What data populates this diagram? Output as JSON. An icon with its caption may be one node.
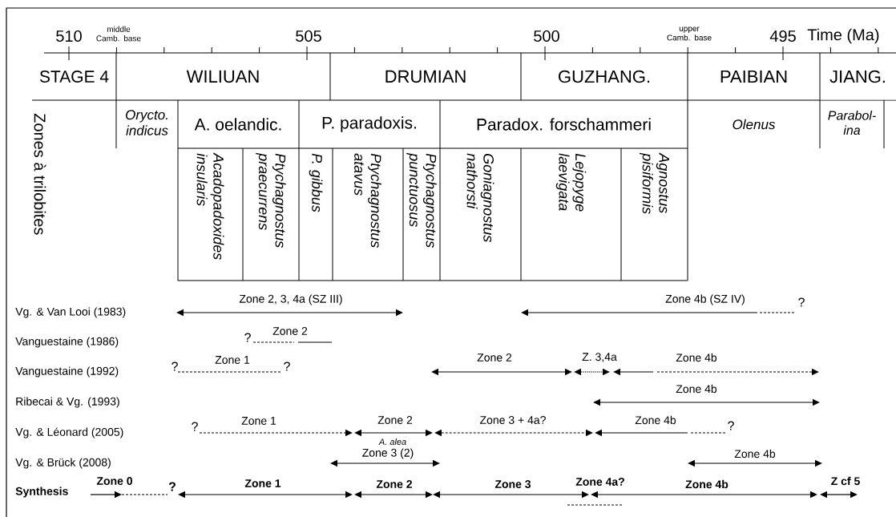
{
  "diagram": {
    "nodes": [
      {
        "text": [
          "STAGE 4"
        ]
      },
      {
        "text": [
          "WILIUAN"
        ]
      },
      {
        "text": [
          "DRUMIAN"
        ]
      },
      {
        "text": [
          "GUZHANG."
        ]
      },
      {
        "text": [
          "PAIBIAN"
        ]
      },
      {
        "text": [
          "JIANG."
        ]
      },
      {
        "text": [
          "Orycto. indicus"
        ]
      },
      {
        "text": [
          "A. oelandic."
        ]
      },
      {
        "text": [
          "P. paradoxis."
        ]
      },
      {
        "text": [
          "Paradox. forschammeri"
        ]
      },
      {
        "text": [
          "Olenus"
        ]
      },
      {
        "text": [
          "Parabol- ina"
        ]
      },
      {
        "text": [
          "Acadopadoxides insularis"
        ]
      },
      {
        "text": [
          "Ptychagnostus praecurrens"
        ]
      },
      {
        "text": [
          "P. gibbus"
        ]
      },
      {
        "text": [
          "Ptychagnostus atavus"
        ]
      },
      {
        "text": [
          "Ptychagnostus punctuosus"
        ]
      },
      {
        "text": [
          "Goniagnostus nathorsti"
        ]
      },
      {
        "text": [
          "Lejopyge laevigata"
        ]
      },
      {
        "text": [
          "Agnostus pisiformis"
        ]
      }
    ],
    "labels": [
      "510",
      "middle Camb. base",
      "505",
      "500",
      "upper Camb. base",
      "495",
      "Time (Ma)",
      "Zones à trilobites",
      "Vg. & Van Looi (1983)",
      "Zone 2, 3, 4a (SZ III)",
      "Zone 4b (SZ IV)",
      "?",
      "Vanguestaine (1986)",
      "?",
      "Zone 2",
      "Vanguestaine (1992)",
      "?",
      "Zone 1",
      "?",
      "Zone 2",
      "Z. 3,4a",
      "Zone 4b",
      "Ribecai & Vg. (1993)",
      "Zone 4b",
      "Vg. & Léonard (2005)",
      "?",
      "Zone 1",
      "Zone 2",
      "A. alea",
      "Zone 3 + 4a?",
      "Zone 4b",
      "?",
      "Vg. & Brück (2008)",
      "Zone 3 (2)",
      "Zone 4b",
      "Synthesis",
      "Zone 0",
      "?",
      "Zone 1",
      "Zone 2",
      "Zone 3",
      "Zone 4a?",
      "Zone 4b",
      "Z cf 5"
    ]
  }
}
